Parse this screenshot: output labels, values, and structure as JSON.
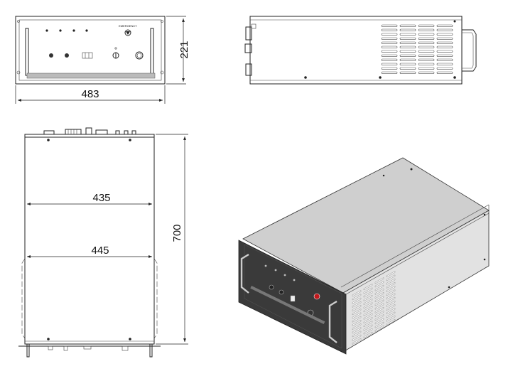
{
  "dimensions": {
    "front_height": "221",
    "front_width": "483",
    "inner_width": "435",
    "outer_width": "445",
    "depth": "700"
  },
  "labels": {
    "panel_badge": "EMERGENCY"
  },
  "colors": {
    "line": "#222222",
    "top_panel": "#cfcfcf",
    "front_panel": "#3a3a3a",
    "side_panel": "#e2e2e2",
    "emergency_button": "#c0181c"
  }
}
